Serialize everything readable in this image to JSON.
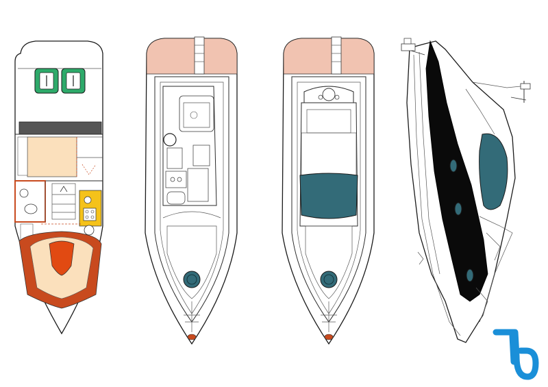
{
  "colors": {
    "teal": "#336b78",
    "deck": "#f1c3b1",
    "bed_peach": "#fbe0bc",
    "berth_red": "#c84a1e",
    "berth_orange": "#e14a12",
    "yellow": "#f5c21a",
    "green": "#2eaa6a",
    "logo_blue": "#1a8fd8",
    "grey_bulkhead": "#555555"
  },
  "views": [
    {
      "id": "interior-layout"
    },
    {
      "id": "flybridge-top"
    },
    {
      "id": "hardtop-top"
    },
    {
      "id": "side-profile"
    }
  ],
  "logo": {
    "icon": "b-logo-icon"
  }
}
